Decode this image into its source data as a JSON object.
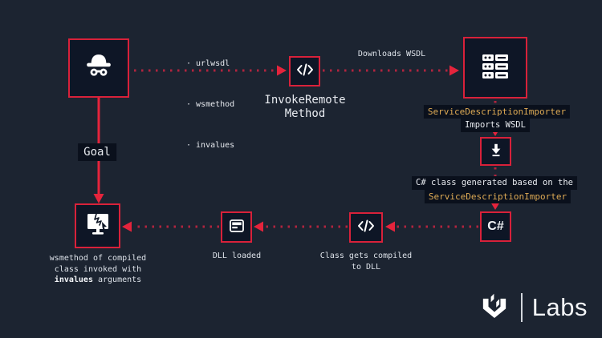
{
  "diagram": {
    "attacker": {
      "icon": "incognito-hacker-icon"
    },
    "params": {
      "items": [
        "· urlwsdl",
        "· wsmethod",
        "· invalues"
      ]
    },
    "invoke_method": {
      "line1": "InvokeRemote",
      "line2": "Method",
      "icon": "code-tag-icon"
    },
    "downloads_wsdl_label": "Downloads WSDL",
    "server": {
      "icon": "server-rack-icon"
    },
    "importer_chip": "ServiceDescriptionImporter",
    "imports_wsdl_label": "Imports WSDL",
    "download_step": {
      "icon": "download-arrow-icon"
    },
    "generated_caption": {
      "line1": "C# class generated based on the",
      "line2": "ServiceDescriptionImporter"
    },
    "csharp_box_label": "C#",
    "compile_step": {
      "icon": "code-tag-icon",
      "line1": "Class gets compiled",
      "line2": "to DLL"
    },
    "dll_step": {
      "icon": "dll-library-icon",
      "label": "DLL loaded"
    },
    "goal_label": "Goal",
    "target": {
      "icon": "compromised-computer-icon",
      "line1": "wsmethod of compiled",
      "line2": "class invoked with",
      "line3_bold": "invalues",
      "line3_rest": " arguments"
    }
  },
  "branding": {
    "brand_icon": "withsecure-logo",
    "labs_label": "Labs"
  },
  "colors": {
    "background": "#1c2431",
    "box_fill": "#0e1626",
    "accent_red_border": "#d8213a",
    "accent_red_arrow": "#e5243c",
    "dotted_red": "#b1243e",
    "gold": "#dfab55",
    "text": "#e8ebf0",
    "chip_bg": "#0a101c"
  }
}
